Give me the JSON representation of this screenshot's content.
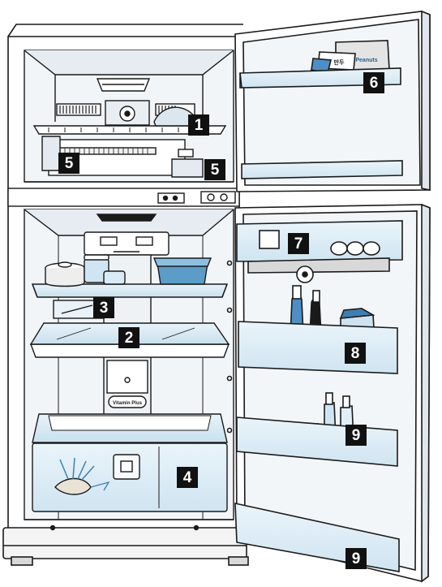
{
  "callouts": [
    "1",
    "5",
    "5",
    "6",
    "7",
    "3",
    "2",
    "8",
    "9",
    "4",
    "9"
  ],
  "package_labels": {
    "snack_bag": "Peanuts",
    "small_box": "만두",
    "drawer_badge": "Vitamin Plus"
  },
  "colors": {
    "outline": "#1a1a1a",
    "interior": "#f2f5f8",
    "shelf_glass": "#dbeaf2",
    "crisper_blue": "#d6e9f5",
    "label_bg": "#111111",
    "label_text": "#ffffff"
  }
}
